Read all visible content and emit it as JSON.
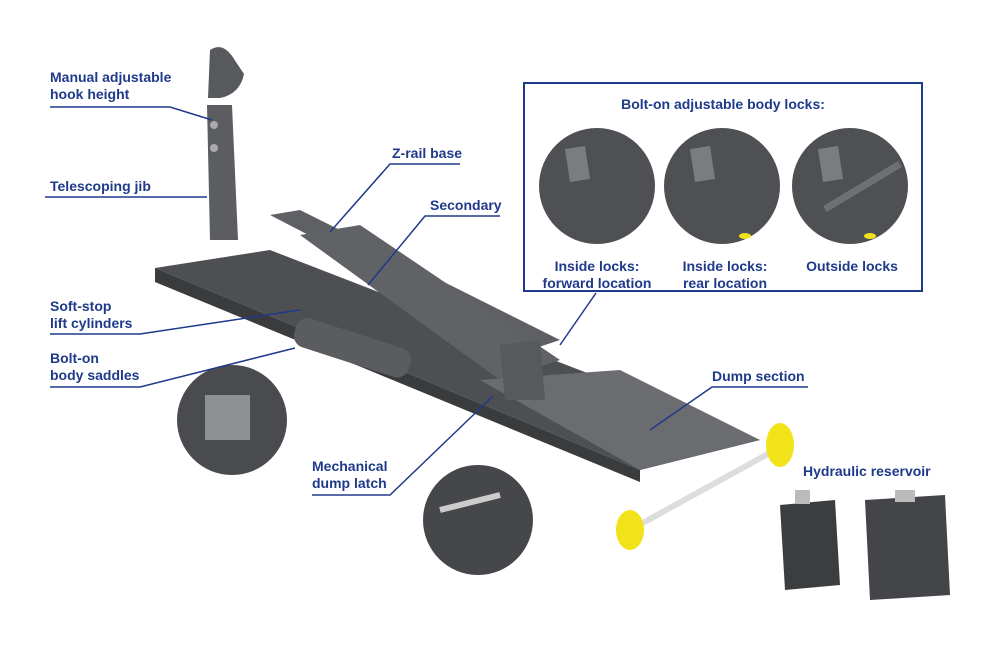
{
  "labels": {
    "hook_height": [
      "Manual adjustable",
      "hook height"
    ],
    "telescoping_jib": "Telescoping jib",
    "z_rail_base": "Z-rail base",
    "secondary": "Secondary",
    "soft_stop": [
      "Soft-stop",
      "lift cylinders"
    ],
    "body_saddles": [
      "Bolt-on",
      "body saddles"
    ],
    "dump_latch": [
      "Mechanical",
      "dump latch"
    ],
    "dump_section": "Dump section",
    "hydraulic_reservoir": "Hydraulic reservoir"
  },
  "body_locks": {
    "title": "Bolt-on adjustable body locks:",
    "options": [
      {
        "line1": "Inside locks:",
        "line2": "forward location"
      },
      {
        "line1": "Inside locks:",
        "line2": "rear location"
      },
      {
        "line1": "Outside locks",
        "line2": ""
      }
    ]
  },
  "colors": {
    "text": "#1f3a8a",
    "steel": "#55575a",
    "yellow": "#f2e21a"
  }
}
